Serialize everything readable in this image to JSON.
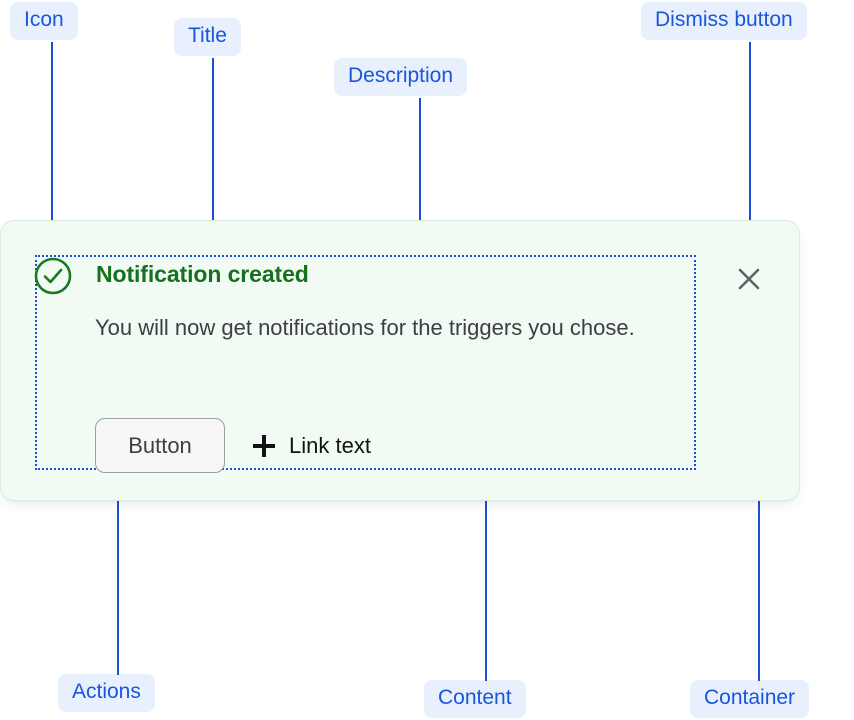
{
  "annotations": {
    "icon": "Icon",
    "title": "Title",
    "description": "Description",
    "dismiss_button": "Dismiss button",
    "actions": "Actions",
    "content": "Content",
    "container": "Container"
  },
  "notification": {
    "status": "success",
    "status_icon": "check-circle-icon",
    "title": "Notification created",
    "description": "You will now get notifications for the triggers you chose.",
    "primary_button_label": "Button",
    "link_icon": "plus-icon",
    "link_label": "Link text",
    "dismiss_icon": "close-icon"
  },
  "colors": {
    "annotation_pill_bg": "#e8f0fe",
    "annotation_text": "#1a56db",
    "leader_line": "#1a4fd6",
    "card_bg": "#f2faf4",
    "card_border": "#d6ece0",
    "success_green": "#16701f",
    "body_text": "#3c4043",
    "button_bg": "#f6f6f6",
    "button_border": "#9aa0a6",
    "dismiss_gray": "#5f6368"
  }
}
